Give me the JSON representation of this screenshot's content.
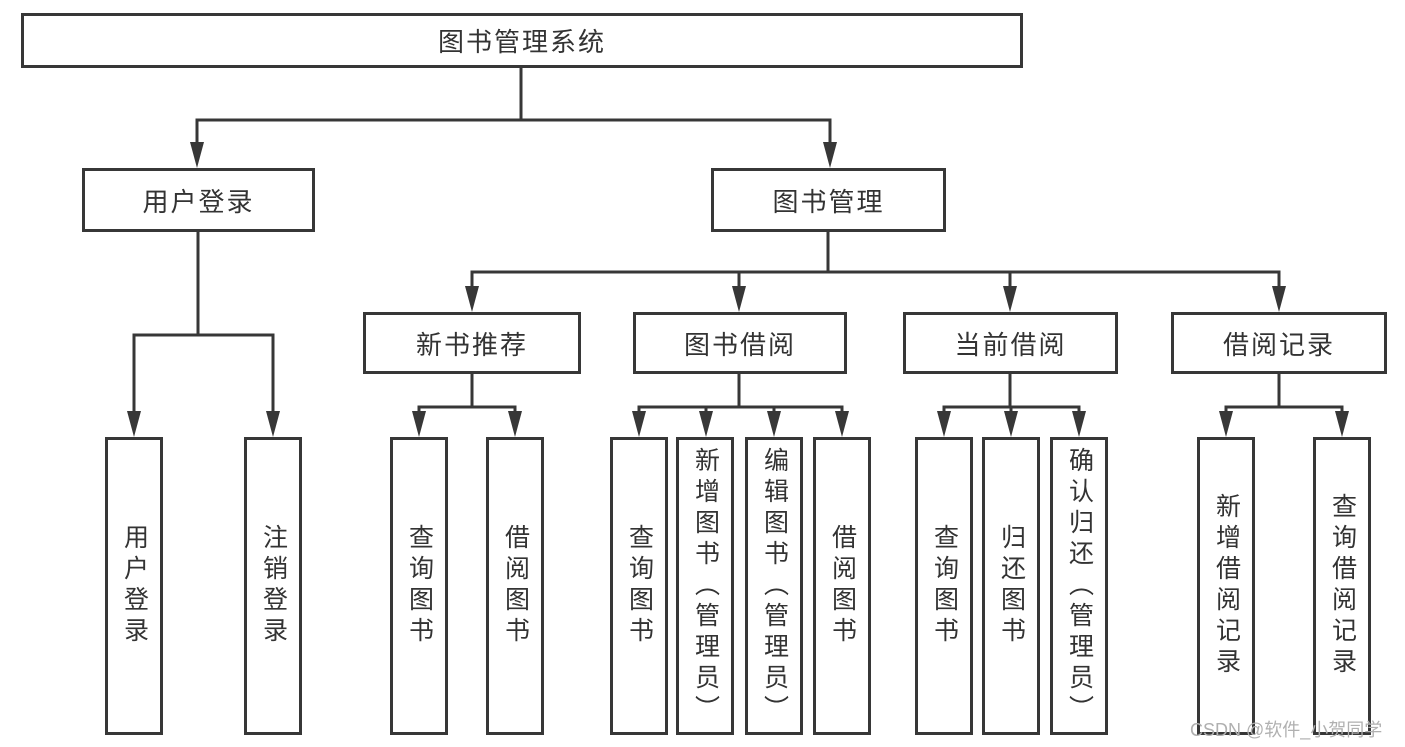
{
  "diagram": {
    "root": "图书管理系统",
    "level1": [
      {
        "label": "用户登录",
        "leaves": [
          "用户登录",
          "注销登录"
        ]
      },
      {
        "label": "图书管理",
        "groups": [
          {
            "label": "新书推荐",
            "leaves": [
              "查询图书",
              "借阅图书"
            ]
          },
          {
            "label": "图书借阅",
            "leaves": [
              "查询图书",
              "新增图书（管理员）",
              "编辑图书（管理员）",
              "借阅图书"
            ]
          },
          {
            "label": "当前借阅",
            "leaves": [
              "查询图书",
              "归还图书",
              "确认归还（管理员）"
            ]
          },
          {
            "label": "借阅记录",
            "leaves": [
              "新增借阅记录",
              "查询借阅记录"
            ]
          }
        ]
      }
    ]
  },
  "watermark": "CSDN @软件_小贺同学",
  "colors": {
    "line": "#373737",
    "text": "#333333",
    "background": "#ffffff",
    "watermark": "#b0b0b0"
  }
}
